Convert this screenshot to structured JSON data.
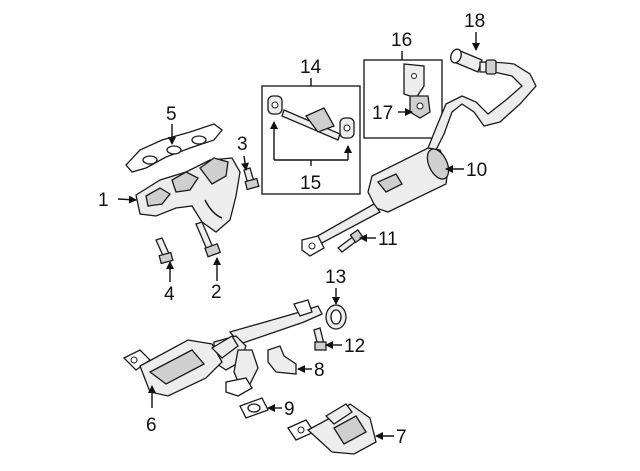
{
  "diagram": {
    "callouts": {
      "c1": "1",
      "c2": "2",
      "c3": "3",
      "c4": "4",
      "c5": "5",
      "c6": "6",
      "c7": "7",
      "c8": "8",
      "c9": "9",
      "c10": "10",
      "c11": "11",
      "c12": "12",
      "c13": "13",
      "c14": "14",
      "c15": "15",
      "c16": "16",
      "c17": "17",
      "c18": "18"
    },
    "colors": {
      "line": "#111111",
      "part_fill": "#ededed",
      "part_shade": "#cfcfcf"
    }
  }
}
